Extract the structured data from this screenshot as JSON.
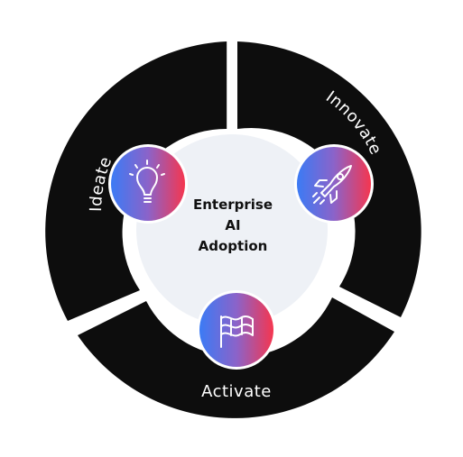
{
  "center": {
    "lines": [
      "Enterprise",
      "AI",
      "Adoption"
    ]
  },
  "segments": [
    {
      "label": "Ideate",
      "icon": "lightbulb-icon"
    },
    {
      "label": "Innovate",
      "icon": "rocket-icon"
    },
    {
      "label": "Activate",
      "icon": "flag-icon"
    }
  ],
  "colors": {
    "ring": "#0d0d0d",
    "inner_circle": "#eef1f6",
    "gradient_start": "#3b7bf5",
    "gradient_end": "#f5364f"
  }
}
